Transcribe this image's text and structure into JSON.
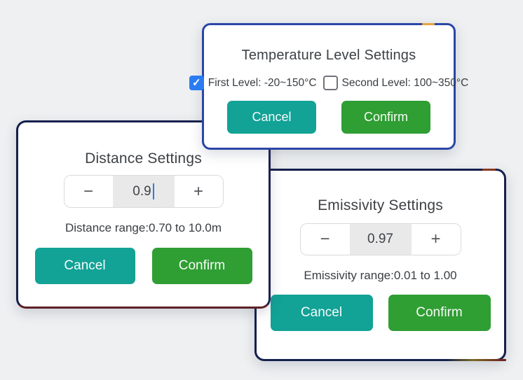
{
  "colors": {
    "background": "#eef0f1",
    "temperature_border": "#2b46a6",
    "navy_border": "#15204d",
    "maroon_border_tint": "#5c2027",
    "cancel_teal": "#12a296",
    "confirm_green": "#2f9e33",
    "checkbox_blue": "#2b7cf0",
    "caret_blue": "#2f7af0",
    "glitch_orange": "#e4a43d",
    "glitch_rust": "#8a3a1e"
  },
  "icons": {
    "check": "✓",
    "minus": "−",
    "plus": "+"
  },
  "dialogs": {
    "temperature": {
      "title": "Temperature Level Settings",
      "options": [
        {
          "label": "First Level: -20~150°C",
          "checked": true
        },
        {
          "label": "Second Level: 100~350°C",
          "checked": false
        }
      ],
      "cancel_label": "Cancel",
      "confirm_label": "Confirm"
    },
    "distance": {
      "title": "Distance Settings",
      "value": "0.9",
      "range_text": "Distance range:0.70 to 10.0m",
      "cancel_label": "Cancel",
      "confirm_label": "Confirm"
    },
    "emissivity": {
      "title": "Emissivity Settings",
      "value": "0.97",
      "range_text": "Emissivity range:0.01 to 1.00",
      "cancel_label": "Cancel",
      "confirm_label": "Confirm"
    }
  }
}
